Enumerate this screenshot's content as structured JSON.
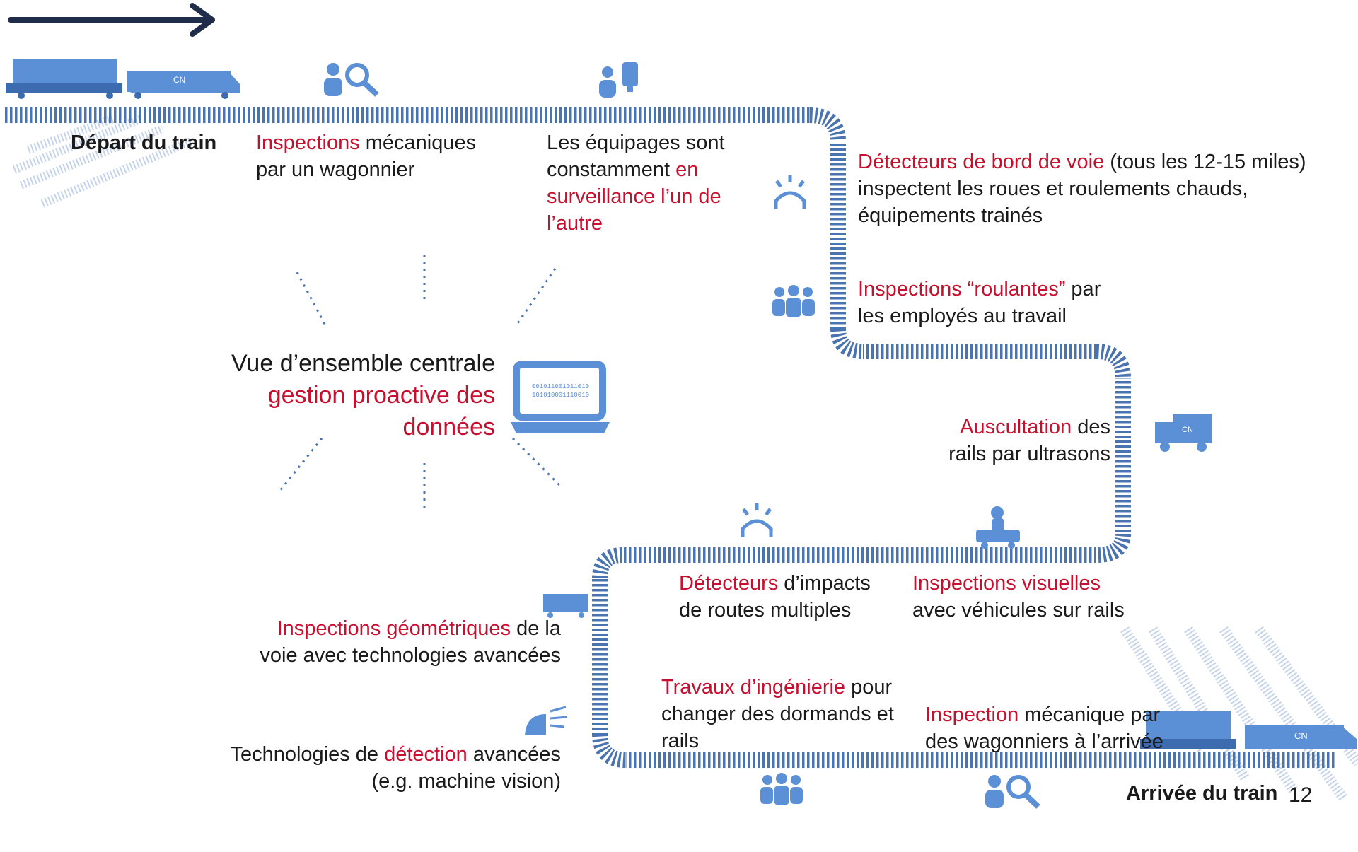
{
  "colors": {
    "accent": "#c8102e",
    "track": "#4a74b0",
    "icon": "#5b8fd6",
    "arrow": "#1f2d4a"
  },
  "departure": {
    "label": "Départ du train"
  },
  "arrival": {
    "label": "Arrivée du train"
  },
  "page_number": "12",
  "central": {
    "line1": "Vue d’ensemble centrale",
    "line2": "gestion proactive des",
    "line3": "données",
    "icon": "laptop-data-icon"
  },
  "steps": [
    {
      "red": "Inspections",
      "text1": " mécaniques",
      "text2": "par un wagonnier",
      "icon": "inspector-magnifier-icon"
    },
    {
      "text1": "Les équipages sont",
      "text2a": "constamment ",
      "red2": "en",
      "red3": "surveillance l’un de",
      "red4": "l’autre",
      "icon": "crew-radio-icon"
    },
    {
      "red": "Détecteurs de bord de voie",
      "text1": " (tous les 12-15 miles)",
      "text2": "inspectent les roues et roulements chauds,",
      "text3": "équipements trainés",
      "icon": "detector-light-icon"
    },
    {
      "red": "Inspections “roulantes”",
      "text1": " par",
      "text2": "les employés au travail",
      "icon": "group-icon"
    },
    {
      "red": "Auscultation",
      "text1": " des",
      "text2": "rails par ultrasons",
      "icon": "truck-icon"
    },
    {
      "red": "Détecteurs",
      "text1": " d’impacts",
      "text2": "de routes multiples",
      "icon": "detector-light-icon"
    },
    {
      "red": "Inspections visuelles",
      "text2": "avec véhicules sur rails",
      "icon": "rail-vehicle-icon"
    },
    {
      "red": "Inspections géométriques",
      "text1": " de la",
      "text2": "voie avec technologies avancées",
      "icon": "railcar-icon"
    },
    {
      "text1": "Technologies de ",
      "red": "détection",
      "text1b": " avancées",
      "text2": "(e.g. machine vision)",
      "icon": "camera-sensor-icon"
    },
    {
      "red": "Travaux d’ingénierie",
      "text1": " pour",
      "text2": "changer des dormands et",
      "text3": "rails"
    },
    {
      "red": "Inspection",
      "text1": " mécanique par",
      "text2": "des wagonniers à l’arrivée",
      "icon": "inspector-magnifier-icon"
    }
  ]
}
